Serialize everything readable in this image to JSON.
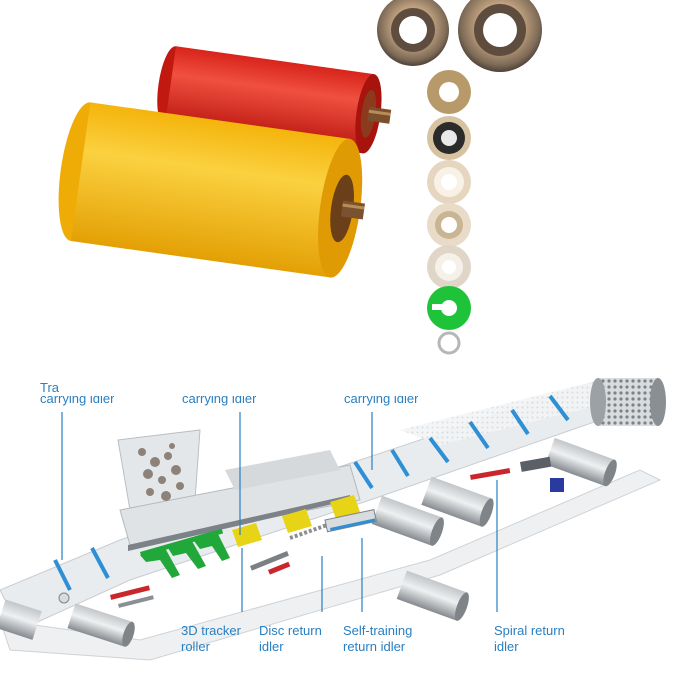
{
  "colors": {
    "accent_blue": "#2a7fc0",
    "roller_red": "#e63b2e",
    "roller_yellow": "#f8c21b",
    "seal_green": "#1ec33a",
    "frame_green": "#22a83a",
    "frame_yellow": "#e8d417",
    "belt_grey": "#e9ecef",
    "roller_grey": "#9a9fa3"
  },
  "labels": {
    "top_left_1": "Tra",
    "top_left_2": "carrying idler",
    "top_mid": "carrying idler",
    "top_right": "carrying idler",
    "tracker_1": "3D tracker",
    "tracker_2": "roller",
    "disc_1": "Disc return",
    "disc_2": "idler",
    "self_1": "Self-training",
    "self_2": "return idler",
    "spiral_1": "Spiral return",
    "spiral_2": "idler"
  },
  "icons": {
    "red_roller": "red-idler-roller",
    "yellow_roller": "yellow-idler-roller",
    "seal_stack": "bearing-seal-components",
    "conveyor": "belt-conveyor-system"
  }
}
